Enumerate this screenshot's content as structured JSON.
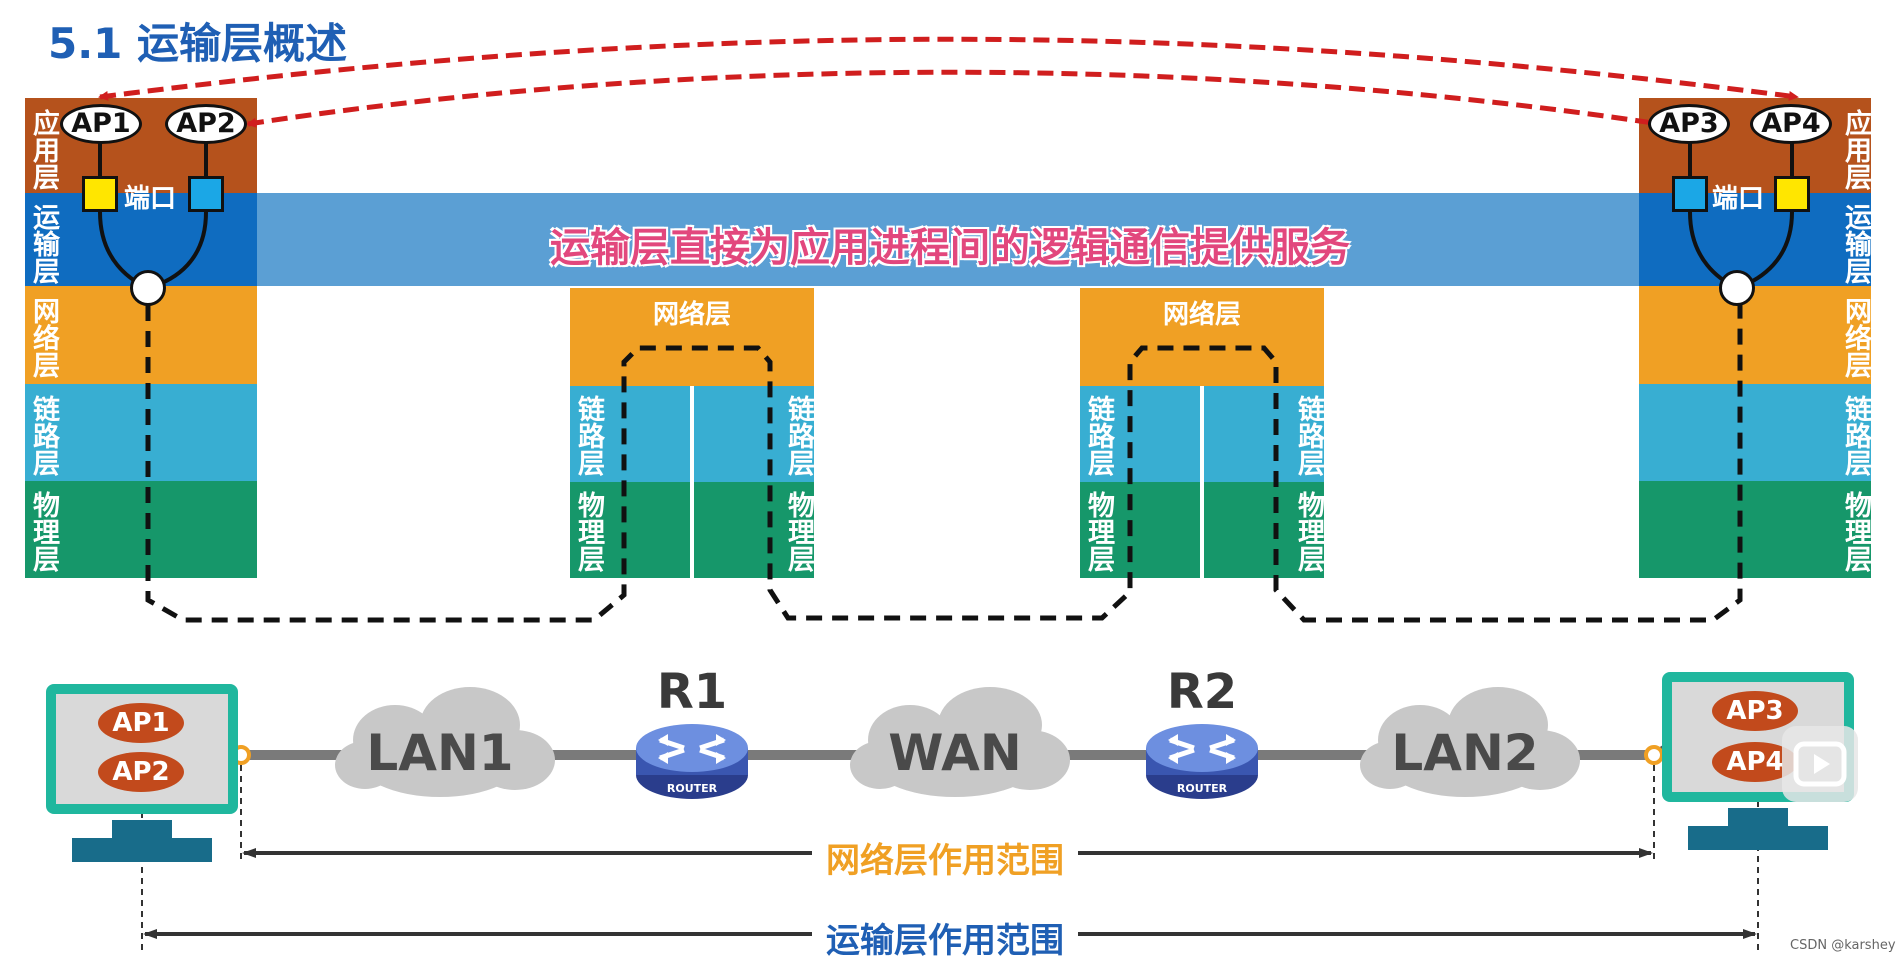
{
  "title": "5.1 运输层概述",
  "layers": {
    "application": "应用层",
    "transport": "运输层",
    "network": "网络层",
    "link": "链路层",
    "physical": "物理层"
  },
  "hosts": {
    "left": {
      "processes": [
        "AP1",
        "AP2"
      ],
      "port_label": "端口"
    },
    "right": {
      "processes": [
        "AP3",
        "AP4"
      ],
      "port_label": "端口"
    }
  },
  "routers": [
    {
      "name": "R1",
      "network_layer": "网络层",
      "link_layer": "链路层",
      "physical_layer": "物理层",
      "icon_caption": "ROUTER"
    },
    {
      "name": "R2",
      "network_layer": "网络层",
      "link_layer": "链路层",
      "physical_layer": "物理层",
      "icon_caption": "ROUTER"
    }
  ],
  "band_text": "运输层直接为应用进程间的逻辑通信提供服务",
  "networks": [
    "LAN1",
    "WAN",
    "LAN2"
  ],
  "bottom_hosts": {
    "left": [
      "AP1",
      "AP2"
    ],
    "right": [
      "AP3",
      "AP4"
    ]
  },
  "scopes": {
    "network": "网络层作用范围",
    "transport": "运输层作用范围"
  },
  "colors": {
    "application": "#b5521c",
    "transport": "#0f6cc0",
    "network": "#f0a024",
    "link": "#38aed2",
    "physical": "#16976a",
    "logical_link": "#d01e1e",
    "network_scope_text": "#f0a024",
    "transport_scope_text": "#1f5fb4"
  },
  "watermark": "CSDN @karshey"
}
